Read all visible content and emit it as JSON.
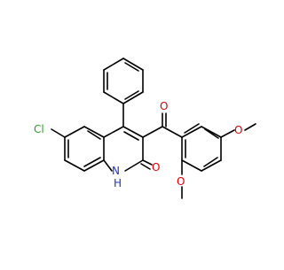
{
  "structure": {
    "atom_labels": {
      "chlorine": "Cl",
      "nitrogen_h": "H",
      "nitrogen": "N",
      "carbonyl_oxygen_ring": "O",
      "carbonyl_oxygen_ketone": "O",
      "methoxy_oxygen_upper": "O",
      "methoxy_oxygen_lower": "O"
    },
    "colors": {
      "bond": "#000000",
      "chlorine": "#2e9e2e",
      "nitrogen": "#2233cc",
      "oxygen": "#dd0000"
    }
  }
}
